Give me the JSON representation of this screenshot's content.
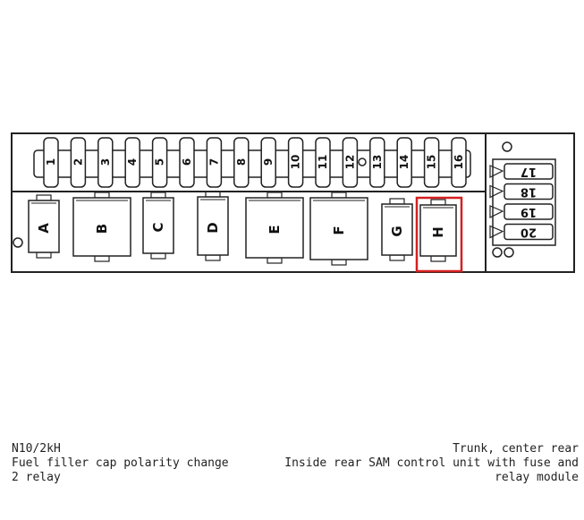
{
  "diagram": {
    "fuses": [
      "1",
      "2",
      "3",
      "4",
      "5",
      "6",
      "7",
      "8",
      "9",
      "10",
      "11",
      "12",
      "13",
      "14",
      "15",
      "16"
    ],
    "relays": [
      "A",
      "B",
      "C",
      "D",
      "E",
      "F",
      "G",
      "H"
    ],
    "side_fuses": [
      "17",
      "18",
      "19",
      "20"
    ],
    "highlighted_relay": "H",
    "highlight_color": "#d42020"
  },
  "caption": {
    "component_code": "N10/2kH",
    "component_name": "Fuel filler cap polarity change 2 relay",
    "location_line1": "Trunk, center rear",
    "location_line2": "Inside rear SAM control unit with fuse and relay module"
  }
}
